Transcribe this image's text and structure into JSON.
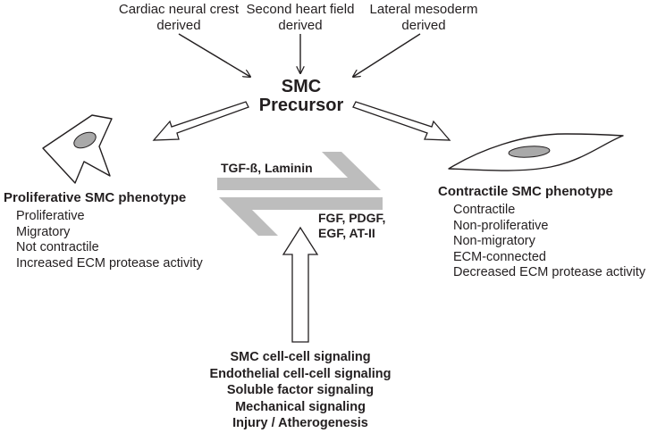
{
  "sources": [
    {
      "line1": "Cardiac neural crest",
      "line2": "derived"
    },
    {
      "line1": "Second heart field",
      "line2": "derived"
    },
    {
      "line1": "Lateral mesoderm",
      "line2": "derived"
    }
  ],
  "precursor": {
    "line1": "SMC",
    "line2": "Precursor"
  },
  "signals": {
    "forward": "TGF-ß, Laminin",
    "reverse_line1": "FGF, PDGF,",
    "reverse_line2": "EGF, AT-II"
  },
  "proliferative": {
    "title": "Proliferative SMC phenotype",
    "items": [
      "Proliferative",
      "Migratory",
      "Not contractile",
      "Increased ECM protease activity"
    ]
  },
  "contractile": {
    "title": "Contractile SMC phenotype",
    "items": [
      "Contractile",
      "Non-proliferative",
      "Non-migratory",
      "ECM-connected",
      "Decreased ECM protease activity"
    ]
  },
  "modulators": [
    "SMC cell-cell signaling",
    "Endothelial cell-cell signaling",
    "Soluble factor signaling",
    "Mechanical signaling",
    "Injury / Atherogenesis"
  ],
  "colors": {
    "ink": "#231f20",
    "gray_arrow": "#bdbdbd",
    "nucleus": "#a9a9a9"
  }
}
